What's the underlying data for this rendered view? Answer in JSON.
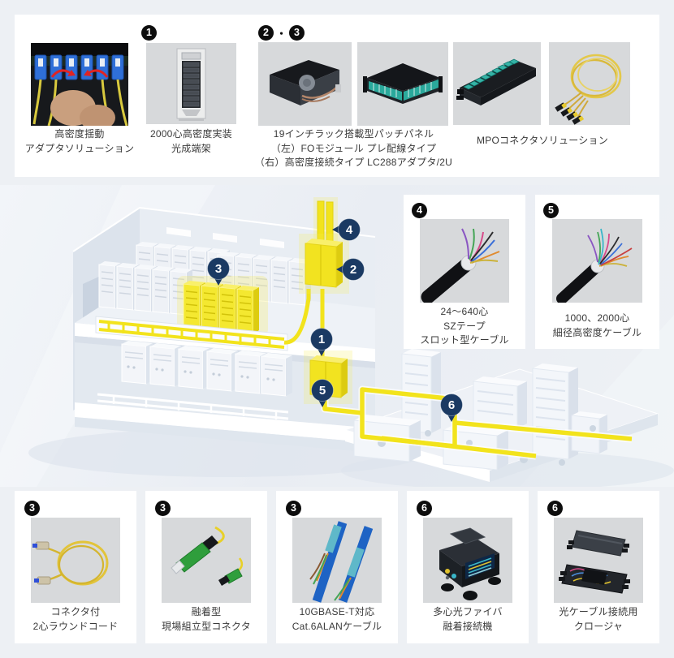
{
  "theme": {
    "page_bg": "#edf0f4",
    "card_bg": "#ffffff",
    "number_badge_bg": "#0d0d0d",
    "pin_color": "#1b3a63",
    "cable_yellow": "#f2e31c",
    "text_color": "#3a3a3a",
    "photo_bg": "#d7d9db"
  },
  "badge_separator": "・",
  "top_products": [
    {
      "badges": [],
      "caption_lines": [
        "高密度揺動",
        "アダプタソリューション"
      ]
    },
    {
      "badges": [
        "1"
      ],
      "caption_lines": [
        "2000心高密度実装",
        "光成端架"
      ]
    },
    {
      "badges": [
        "2",
        "3"
      ],
      "caption_lines": [
        "19インチラック搭載型パッチパネル",
        "（左）FOモジュール プレ配線タイプ",
        "（右）高密度接続タイプ LC288アダプタ/2U"
      ]
    },
    {
      "badges": [],
      "caption_lines": [
        "MPOコネクタソリューション"
      ]
    }
  ],
  "diagram": {
    "pins": [
      {
        "label": "1"
      },
      {
        "label": "2"
      },
      {
        "label": "3"
      },
      {
        "label": "4"
      },
      {
        "label": "5"
      },
      {
        "label": "6"
      }
    ]
  },
  "side_products": [
    {
      "badge": "4",
      "caption_lines": [
        "24〜640心",
        "SZテープ",
        "スロット型ケーブル"
      ]
    },
    {
      "badge": "5",
      "caption_lines": [
        "1000、2000心",
        "細径高密度ケーブル"
      ]
    }
  ],
  "bottom_products": [
    {
      "badge": "3",
      "caption_lines": [
        "コネクタ付",
        "2心ラウンドコード"
      ]
    },
    {
      "badge": "3",
      "caption_lines": [
        "融着型",
        "現場組立型コネクタ"
      ]
    },
    {
      "badge": "3",
      "caption_lines": [
        "10GBASE-T対応",
        "Cat.6ALANケーブル"
      ]
    },
    {
      "badge": "6",
      "caption_lines": [
        "多心光ファイバ",
        "融着接続機"
      ]
    },
    {
      "badge": "6",
      "caption_lines": [
        "光ケーブル接続用",
        "クロージャ"
      ]
    }
  ]
}
